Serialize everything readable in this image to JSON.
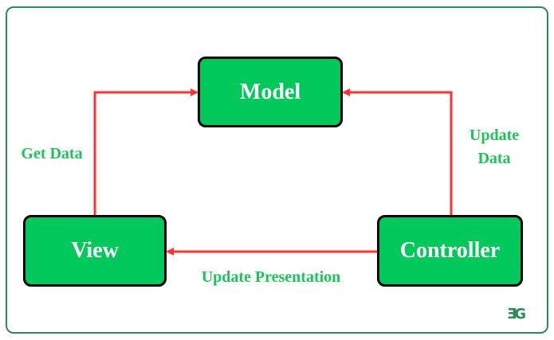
{
  "diagram": {
    "nodes": {
      "model": "Model",
      "view": "View",
      "controller": "Controller"
    },
    "edges": {
      "view_to_model": "Get Data",
      "controller_to_model": "Update Data",
      "controller_to_view": "Update Presentation"
    }
  },
  "colors": {
    "node_fill": "#00c85a",
    "node_border": "#000000",
    "node_text": "#ffffff",
    "arrow": "#ff3333",
    "edge_label": "#1ec35a",
    "frame_border": "#2e8b57"
  },
  "logo": {
    "name": "geeksforgeeks-logo",
    "text": "ƎG"
  }
}
